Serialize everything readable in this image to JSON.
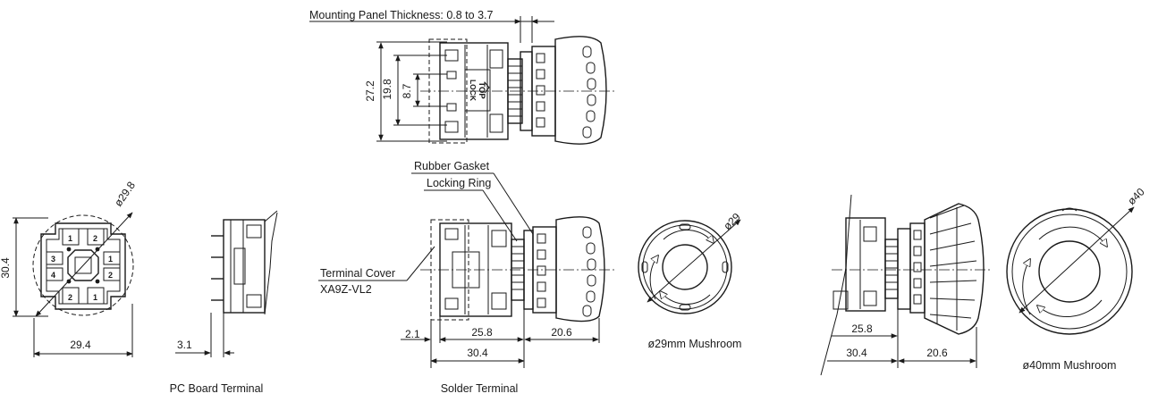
{
  "notes": {
    "panel_thickness": "Mounting Panel Thickness: 0.8 to 3.7",
    "rubber_gasket": "Rubber Gasket",
    "locking_ring": "Locking Ring",
    "terminal_cover": "Terminal Cover",
    "terminal_cover_part": "XA9Z-VL2"
  },
  "captions": {
    "pc_board": "PC Board Terminal",
    "solder": "Solder Terminal",
    "mushroom_29": "ø29mm Mushroom",
    "mushroom_40": "ø40mm Mushroom"
  },
  "dimensions": {
    "top_height_outer": "27.2",
    "top_height_mid": "19.8",
    "top_height_inner": "8.7",
    "front_dia": "ø29.8",
    "front_height": "30.4",
    "front_width": "29.4",
    "pcb_pin": "3.1",
    "solder_cover": "2.1",
    "solder_body": "25.8",
    "solder_head": "20.6",
    "solder_total": "30.4",
    "head29_dia": "ø29",
    "side40_body": "25.8",
    "side40_total": "30.4",
    "side40_head": "20.6",
    "head40_dia": "ø40"
  },
  "markings": {
    "top_tab_1": "TOP",
    "top_tab_2": "LOCK",
    "term_1": "1",
    "term_2": "2",
    "term_3": "3",
    "term_4": "4"
  }
}
